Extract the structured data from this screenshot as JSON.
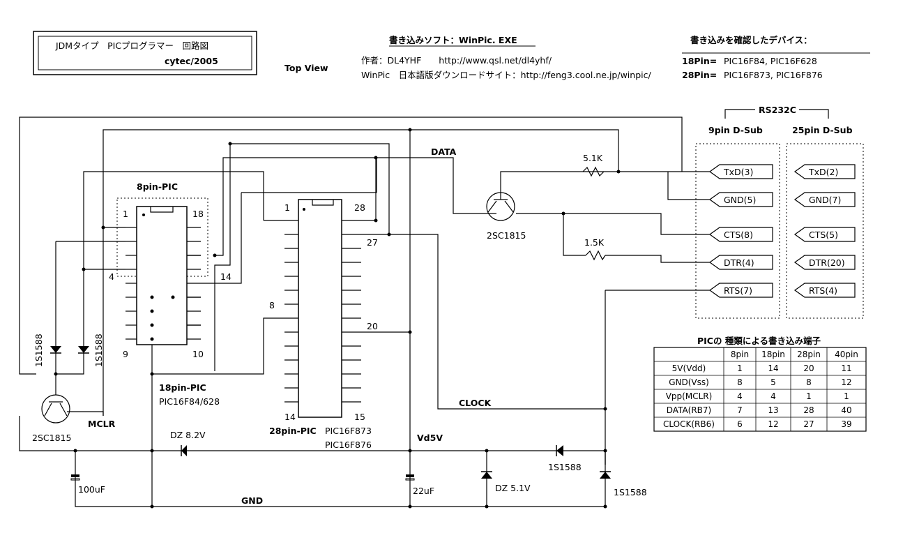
{
  "header": {
    "title": "JDMタイプ　PICプログラマー　回路図",
    "author": "cytec/2005",
    "top_view": "Top View",
    "software": "書き込みソフト：WinPic. EXE",
    "creator": "作者：DL4YHF　　http://www.qsl.net/dl4yhf/",
    "jp_site": "WinPic　日本語版ダウンロードサイト：http://feng3.cool.ne.jp/winpic/",
    "devices_title": "書き込みを確認したデバイス：",
    "dev18_label": "18Pin=",
    "dev18_value": "PIC16F84, PIC16F628",
    "dev28_label": "28Pin=",
    "dev28_value": "PIC16F873, PIC16F876"
  },
  "rs232": {
    "title": "RS232C",
    "col9": "9pin D-Sub",
    "col25": "25pin D-Sub",
    "pins9": [
      "TxD(3)",
      "GND(5)",
      "CTS(8)",
      "DTR(4)",
      "RTS(7)"
    ],
    "pins25": [
      "TxD(2)",
      "GND(7)",
      "CTS(5)",
      "DTR(20)",
      "RTS(4)"
    ]
  },
  "labels": {
    "pic8": "8pin-PIC",
    "pic18": "18pin-PIC",
    "pic18_models": "PIC16F84/628",
    "pic28": "28pin-PIC",
    "pic28_m1": "PIC16F873",
    "pic28_m2": "PIC16F876",
    "data": "DATA",
    "clock": "CLOCK",
    "mclr": "MCLR",
    "gnd": "GND",
    "vd5v": "Vd5V",
    "r1": "5.1K",
    "r2": "1.5K",
    "tr1": "2SC1815",
    "tr2": "2SC1815",
    "dz82": "DZ 8.2V",
    "dz51": "DZ 5.1V",
    "c100": "100uF",
    "c22": "22uF",
    "d1": "1S1588",
    "d2": "1S1588",
    "d3": "1S1588",
    "d4": "1S1588",
    "p1": "1",
    "p4": "4",
    "p9": "9",
    "p10": "10",
    "p14": "14",
    "p18": "18",
    "q1": "1",
    "q8": "8",
    "q14": "14",
    "q15": "15",
    "q20": "20",
    "q27": "27",
    "q28": "28"
  },
  "pin_table": {
    "title": "PICの 種類による書き込み端子",
    "headers": [
      "",
      "8pin",
      "18pin",
      "28pin",
      "40pin"
    ],
    "rows": [
      [
        "5V(Vdd)",
        "1",
        "14",
        "20",
        "11"
      ],
      [
        "GND(Vss)",
        "8",
        "5",
        "8",
        "12"
      ],
      [
        "Vpp(MCLR)",
        "4",
        "4",
        "1",
        "1"
      ],
      [
        "DATA(RB7)",
        "7",
        "13",
        "28",
        "40"
      ],
      [
        "CLOCK(RB6)",
        "6",
        "12",
        "27",
        "39"
      ]
    ]
  }
}
